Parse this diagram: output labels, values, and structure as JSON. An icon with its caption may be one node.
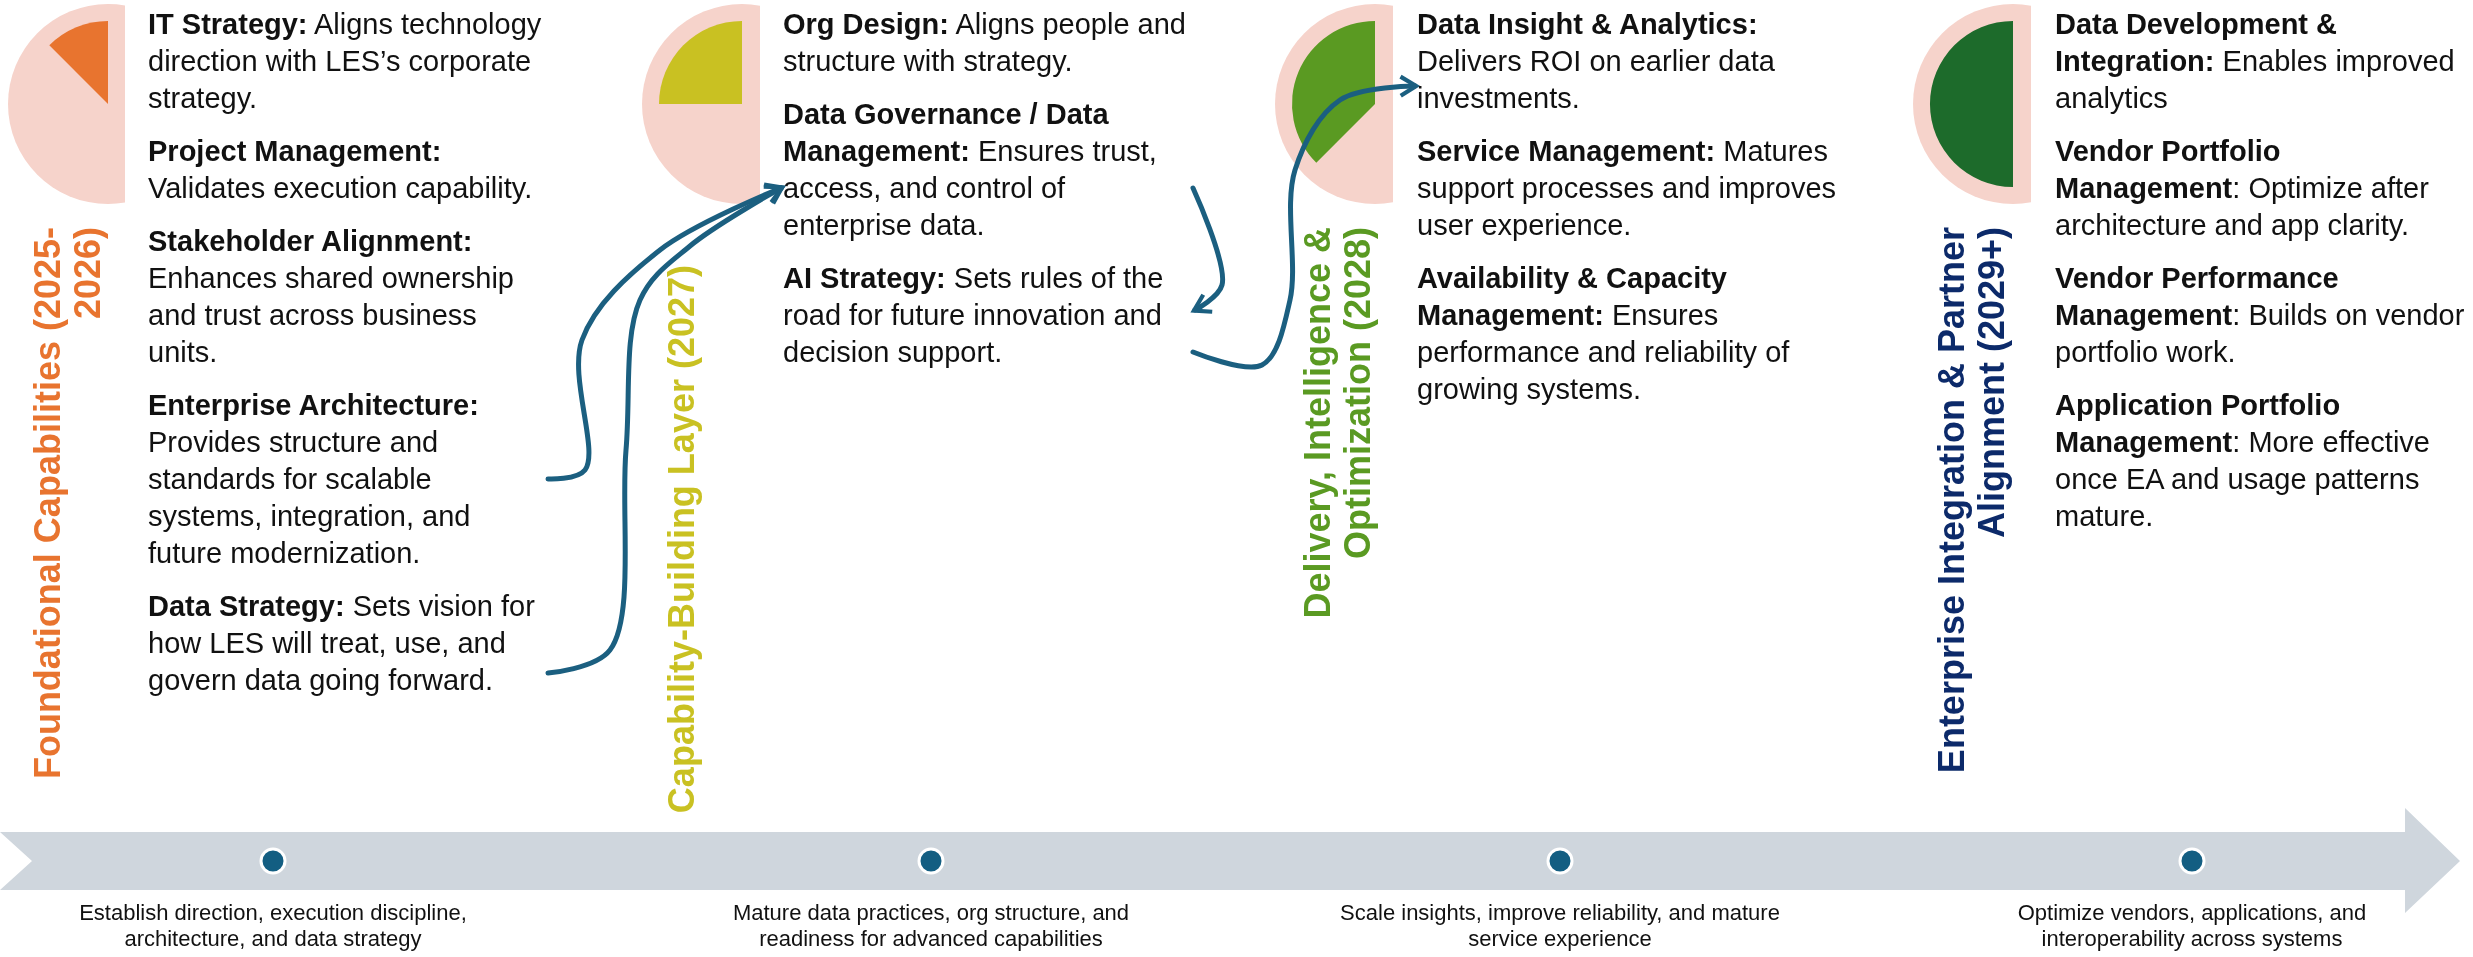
{
  "diagram": {
    "nodes": [
      {
        "text": [
          "**IT Strategy:** Aligns technology direction with LES’s corporate strategy."
        ]
      },
      {
        "text": [
          "**Project Management:** Validates execution capability."
        ]
      },
      {
        "text": [
          "**Stakeholder Alignment:** Enhances shared ownership and trust across business units."
        ]
      },
      {
        "text": [
          "**Enterprise Architecture:** Provides structure and standards for scalable systems, integration, and future modernization."
        ]
      },
      {
        "text": [
          "**Data Strategy:** Sets vision for how LES will treat, use, and govern data going forward."
        ]
      },
      {
        "text": [
          "**Org Design:** Aligns people and structure with strategy."
        ]
      },
      {
        "text": [
          "**Data Governance / Data Management:** Ensures trust, access, and control of enterprise data."
        ]
      },
      {
        "text": [
          "**AI Strategy:** Sets rules of the road for future innovation and decision support."
        ]
      },
      {
        "text": [
          "**Data Insight & Analytics:** Delivers ROI on earlier data investments."
        ]
      },
      {
        "text": [
          "**Service Management:** Matures support processes and improves user experience."
        ]
      },
      {
        "text": [
          "**Availability & Capacity Management:** Ensures performance and reliability of growing systems."
        ]
      },
      {
        "text": [
          "**Data Development & Integration:** Enables improved analytics"
        ]
      },
      {
        "text": [
          "**Vendor Portfolio Management**: Optimize after architecture and app clarity."
        ]
      },
      {
        "text": [
          "**Vendor Performance Management**: Builds on vendor portfolio work."
        ]
      },
      {
        "text": [
          "**Application Portfolio Management**: More effective once EA and usage patterns mature."
        ]
      }
    ],
    "edges": [
      {
        "from": 3,
        "to": 6,
        "arrow": "to"
      },
      {
        "from": 4,
        "to": 6,
        "arrow": "to"
      },
      {
        "from": 6,
        "to": 7,
        "arrow": "to"
      },
      {
        "from": 7,
        "to": 8,
        "arrow": "to"
      }
    ],
    "labels": [
      "Foundational Capabilities (2025-2026)",
      "Capability-Building Layer (2027)",
      "Delivery, Intelligence & Optimization (2028)",
      "Enterprise Integration & Partner Alignment (2029+)",
      "Establish direction, execution discipline, architecture, and data strategy",
      "Mature data practices, org structure, and readiness for advanced capabilities",
      "Scale insights, improve reliability, and mature service experience",
      "Optimize vendors, applications, and interoperability across systems"
    ]
  }
}
